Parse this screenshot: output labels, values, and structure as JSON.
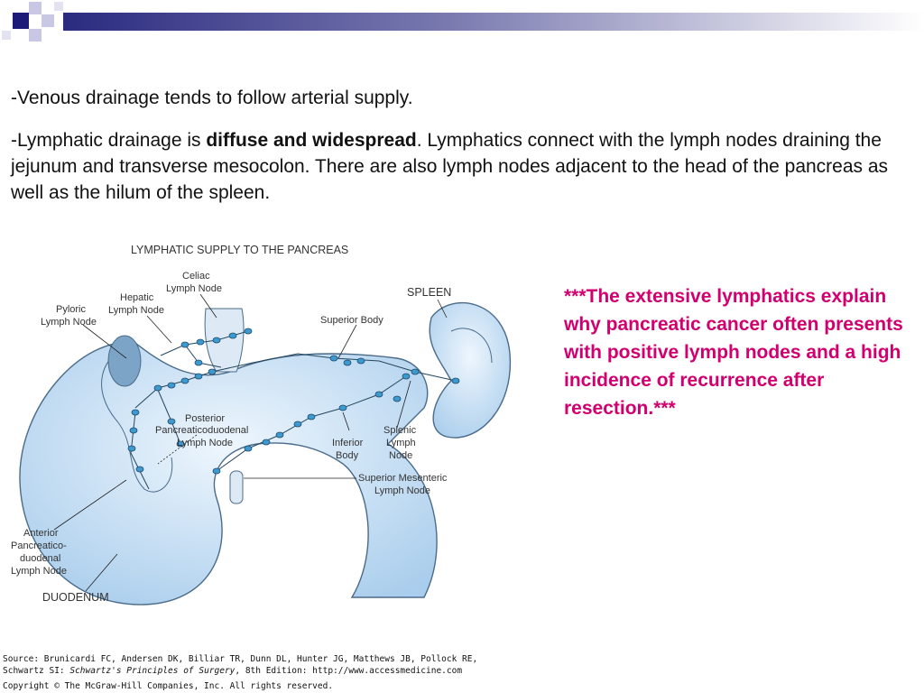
{
  "text": {
    "line1": "-Venous drainage tends to follow arterial supply.",
    "line2_prefix": "-Lymphatic drainage is ",
    "line2_bold": "diffuse and widespread",
    "line2_suffix": ".  Lymphatics connect with the lymph nodes draining the jejunum and transverse mesocolon.  There are also lymph nodes adjacent to the head of the pancreas as well as the hilum of the spleen."
  },
  "figure": {
    "title": "LYMPHATIC SUPPLY TO THE PANCREAS",
    "labels": {
      "celiac_1": "Celiac",
      "celiac_2": "Lymph Node",
      "hepatic_1": "Hepatic",
      "hepatic_2": "Lymph Node",
      "pyloric_1": "Pyloric",
      "pyloric_2": "Lymph Node",
      "superior_body": "Superior Body",
      "spleen": "SPLEEN",
      "posterior_1": "Posterior",
      "posterior_2": "Pancreaticoduodenal",
      "posterior_3": "Lymph Node",
      "inferior_1": "Inferior",
      "inferior_2": "Body",
      "splenic_1": "Splenic",
      "splenic_2": "Lymph",
      "splenic_3": "Node",
      "sma_1": "Superior Mesenteric",
      "sma_2": "Lymph Node",
      "anterior_1": "Anterior",
      "anterior_2": "Pancreatico-",
      "anterior_3": "duodenal",
      "anterior_4": "Lymph Node",
      "duodenum": "DUODENUM"
    }
  },
  "callout": "***The extensive lymphatics explain why pancreatic cancer often presents with positive lymph nodes and a high incidence of recurrence after resection.***",
  "source": {
    "line1": "Source: Brunicardi FC, Andersen DK, Billiar TR, Dunn DL, Hunter JG, Matthews JB, Pollock RE,",
    "line2_prefix": "Schwartz SI: ",
    "line2_italic": "Schwartz's Principles of Surgery",
    "line2_suffix": ", 8th Edition: http://www.accessmedicine.com",
    "copyright": "Copyright © The McGraw-Hill Companies, Inc. All rights reserved."
  },
  "colors": {
    "accent": "#d1006e",
    "organ_fill": "#cfe4f7",
    "organ_stroke": "#4a6b8a",
    "node_fill": "#3d9ad1",
    "header_navy": "#1c1c78"
  }
}
